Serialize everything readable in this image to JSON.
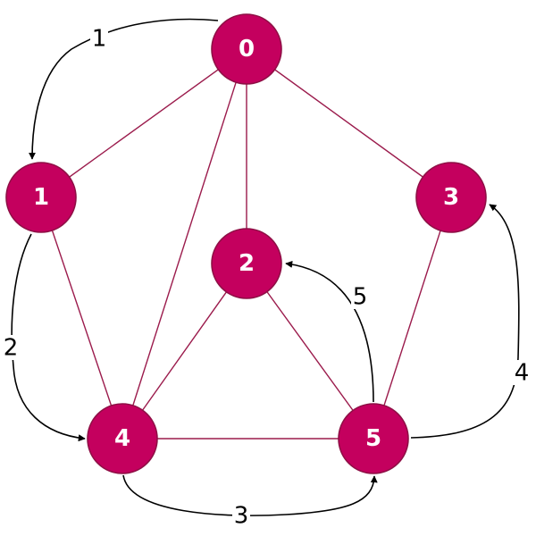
{
  "colors": {
    "node_fill": "#c4005e",
    "node_stroke": "#8e0f45",
    "edge": "#9b1b4c",
    "arrow": "#000000",
    "node_text": "#ffffff"
  },
  "nodes": [
    {
      "id": "0",
      "label": "0"
    },
    {
      "id": "1",
      "label": "1"
    },
    {
      "id": "2",
      "label": "2"
    },
    {
      "id": "3",
      "label": "3"
    },
    {
      "id": "4",
      "label": "4"
    },
    {
      "id": "5",
      "label": "5"
    }
  ],
  "undirected_edges": [
    [
      "0",
      "1"
    ],
    [
      "0",
      "3"
    ],
    [
      "0",
      "2"
    ],
    [
      "0",
      "4"
    ],
    [
      "1",
      "4"
    ],
    [
      "2",
      "4"
    ],
    [
      "2",
      "5"
    ],
    [
      "3",
      "5"
    ],
    [
      "4",
      "5"
    ]
  ],
  "directed_edges": [
    {
      "from": "0",
      "to": "1",
      "weight": "1"
    },
    {
      "from": "1",
      "to": "4",
      "weight": "2"
    },
    {
      "from": "4",
      "to": "5",
      "weight": "3"
    },
    {
      "from": "5",
      "to": "3",
      "weight": "4"
    },
    {
      "from": "5",
      "to": "2",
      "weight": "5"
    }
  ]
}
